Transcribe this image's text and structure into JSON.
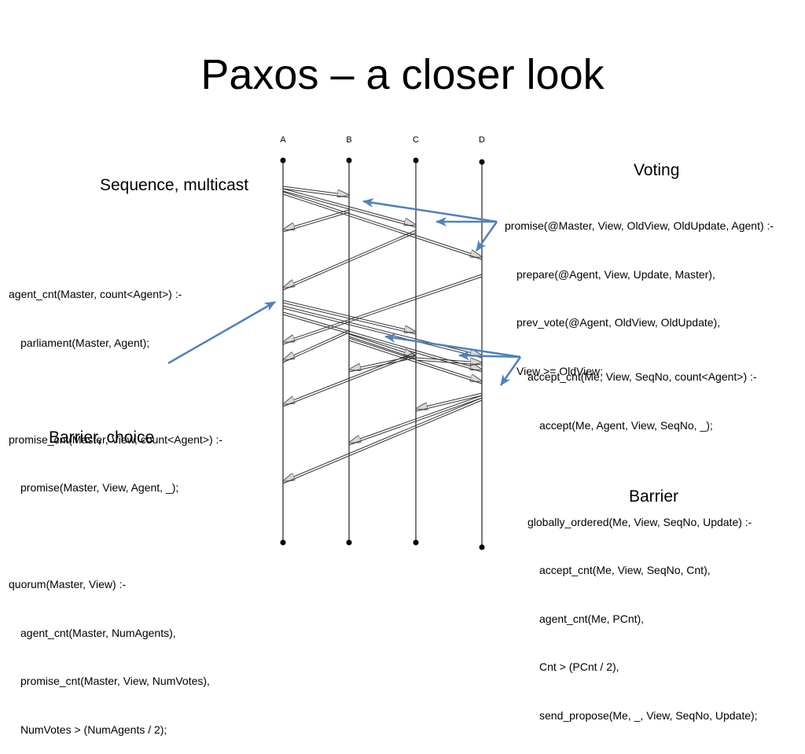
{
  "title": "Paxos – a closer look",
  "lanes": [
    "A",
    "B",
    "C",
    "D"
  ],
  "sections": {
    "sequence": "Sequence, multicast",
    "voting": "Voting",
    "barrier_choice": "Barrier, choice",
    "barrier": "Barrier"
  },
  "left_rules": [
    {
      "head": "agent_cnt(Master, count<Agent>) :-",
      "body": [
        "parliament(Master, Agent);"
      ]
    },
    {
      "head": "promise_cnt(Master, View, count<Agent>) :-",
      "body": [
        "promise(Master, View, Agent, _);"
      ]
    },
    {
      "head": "quorum(Master, View) :-",
      "body": [
        "agent_cnt(Master, NumAgents),",
        "promise_cnt(Master, View, NumVotes),",
        "NumVotes > (NumAgents / 2);"
      ]
    }
  ],
  "voting_rule": {
    "head": "promise(@Master, View, OldView, OldUpdate, Agent) :-",
    "body": [
      "prepare(@Agent, View, Update, Master),",
      "prev_vote(@Agent, OldView, OldUpdate),",
      "View >= OldView;"
    ]
  },
  "right_rules": [
    {
      "head": "accept_cnt(Me, View, SeqNo, count<Agent>) :-",
      "body": [
        "accept(Me, Agent, View, SeqNo, _);"
      ]
    },
    {
      "head": "globally_ordered(Me, View, SeqNo, Update) :-",
      "body": [
        "accept_cnt(Me, View, SeqNo, Cnt),",
        "agent_cnt(Me, PCnt),",
        "Cnt > (PCnt / 2),",
        "send_propose(Me, _, View, SeqNo, Update);"
      ]
    }
  ],
  "colors": {
    "pointer": "#4f81bd",
    "message": "#333333",
    "arrowhead": "#d8d8d8"
  }
}
